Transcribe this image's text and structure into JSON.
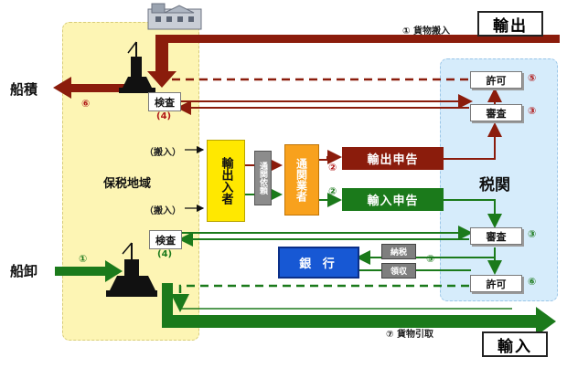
{
  "labels": {
    "export_tag": "輸出",
    "import_tag": "輸入",
    "funazumi": "船積",
    "funaoroshi": "船卸",
    "bonded_area": "保税地域",
    "customs": "税関",
    "inspection_top": "検査",
    "inspection_top_num": "(4)",
    "inspection_bottom": "検査",
    "inspection_bottom_num": "(4)",
    "cargo_in": "① 貨物搬入",
    "cargo_out": "⑦ 貨物引取",
    "carry_in_1": "（搬入）",
    "carry_in_2": "（搬入）",
    "importer_exporter": "輸出入者",
    "request": "通関依頼",
    "broker": "通関業者",
    "export_declaration": "輸出申告",
    "import_declaration": "輸入申告",
    "num2_red": "②",
    "num2_green": "②",
    "permit_top": "許可",
    "num5_top": "⑤",
    "review_top": "審査",
    "num3_top": "③",
    "review_bottom": "審査",
    "num3_bottom": "③",
    "permit_bottom": "許可",
    "num6_bottom": "⑥",
    "num6_left": "⑥",
    "num1_left": "①",
    "bank": "銀 行",
    "tax_payment": "納税",
    "tax_receipt": "領収",
    "num5_bank": "⑤"
  },
  "colors": {
    "export": "#8b1c0c",
    "import": "#1b7a1b",
    "bonded_area": "#fdf5b4",
    "customs_area": "#d6ecfb",
    "broker": "#f8a11d",
    "importer": "#ffe800",
    "bank": "#1758d4"
  },
  "icons": {
    "crane_top": "crane-icon",
    "crane_bottom": "crane-icon",
    "warehouse": "warehouse-icon"
  }
}
